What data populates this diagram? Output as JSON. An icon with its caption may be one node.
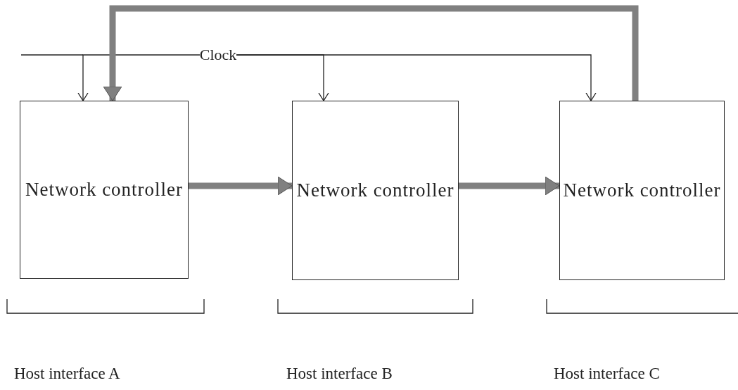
{
  "diagram": {
    "nodes": [
      {
        "text": [
          "Network controller"
        ]
      },
      {
        "text": [
          "Network controller"
        ]
      },
      {
        "text": [
          "Network controller"
        ]
      },
      {
        "text": [
          "Clock"
        ]
      }
    ],
    "edges": [
      {
        "from": 3,
        "to": 0,
        "arrow": "to"
      },
      {
        "from": 3,
        "to": 1,
        "arrow": "to"
      },
      {
        "from": 3,
        "to": 2,
        "arrow": "to"
      },
      {
        "from": 0,
        "to": 1,
        "arrow": "to",
        "style": "thick",
        "color": "#808080"
      },
      {
        "from": 1,
        "to": 2,
        "arrow": "to",
        "style": "thick",
        "color": "#808080"
      },
      {
        "from": 2,
        "to": 0,
        "arrow": "to",
        "style": "thick",
        "color": "#808080"
      }
    ],
    "labels": [
      "Host interface A",
      "Host interface B",
      "Host interface C"
    ]
  }
}
